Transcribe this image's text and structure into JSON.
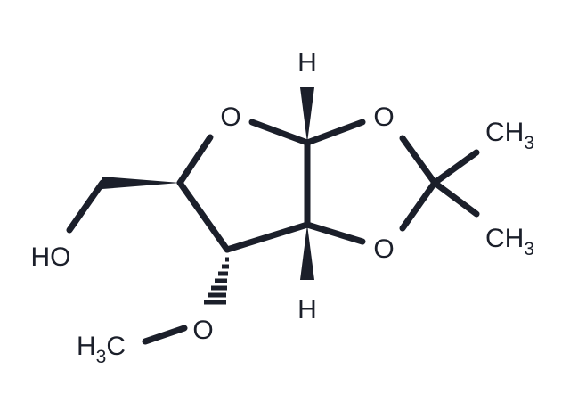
{
  "molecule": {
    "atom_labels": {
      "h_top": "H",
      "h_bottom": "H",
      "o_ring": "O",
      "o_dioxolane_upper": "O",
      "o_dioxolane_lower": "O",
      "o_methoxy": "O",
      "hydroxyl": "HO",
      "methyl_upper": {
        "main": "CH",
        "sub": "3"
      },
      "methyl_lower": {
        "main": "CH",
        "sub": "3"
      },
      "methoxy_methyl": {
        "prefix": "H",
        "sub": "3",
        "main": "C"
      }
    },
    "colors": {
      "ink": "#1b1f2a",
      "background": "#ffffff"
    }
  }
}
